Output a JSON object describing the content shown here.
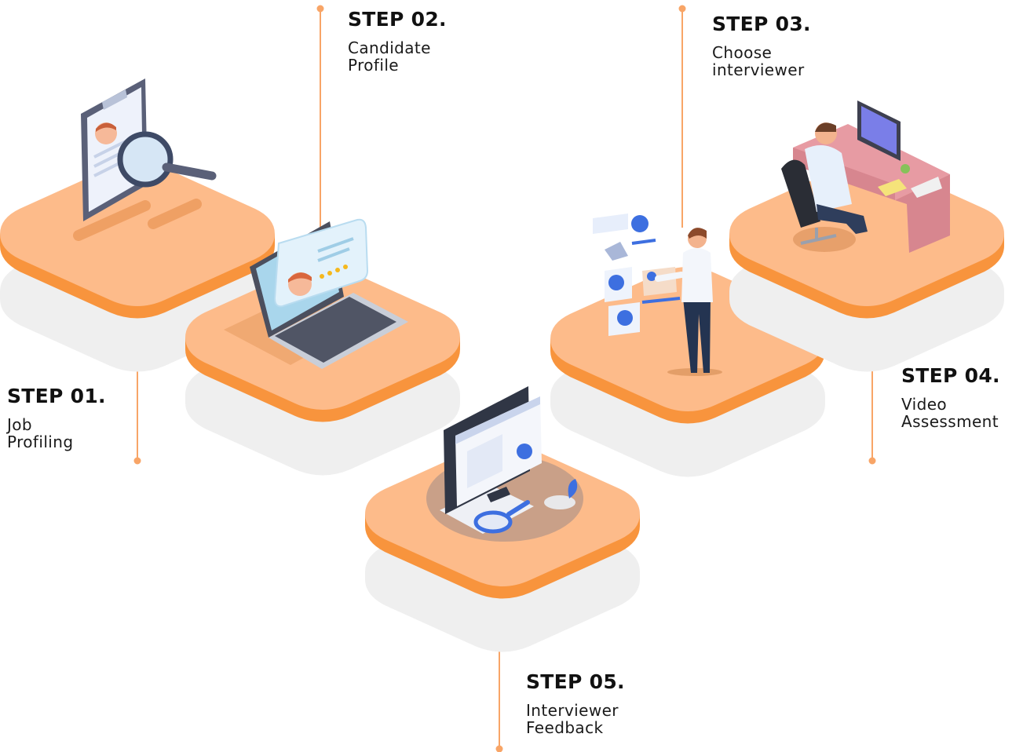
{
  "steps": [
    {
      "title": "STEP 01.",
      "line1": "Job",
      "line2": "Profiling"
    },
    {
      "title": "STEP 02.",
      "line1": "Candidate",
      "line2": "Profile"
    },
    {
      "title": "STEP 03.",
      "line1": "Choose",
      "line2": "interviewer"
    },
    {
      "title": "STEP 04.",
      "line1": "Video",
      "line2": "Assessment"
    },
    {
      "title": "STEP 05.",
      "line1": "Interviewer",
      "line2": "Feedback"
    }
  ],
  "colors": {
    "platform_top": "#fdbb8a",
    "platform_edge": "#f8943d",
    "shadow": "#eeeeee",
    "connector": "#f8a567",
    "accent_blue": "#3d6fe0"
  },
  "icons": [
    "clipboard-magnifier-illustration",
    "laptop-profile-illustration",
    "person-choosing-profiles-illustration",
    "desk-video-call-illustration",
    "monitor-dashboard-illustration"
  ]
}
